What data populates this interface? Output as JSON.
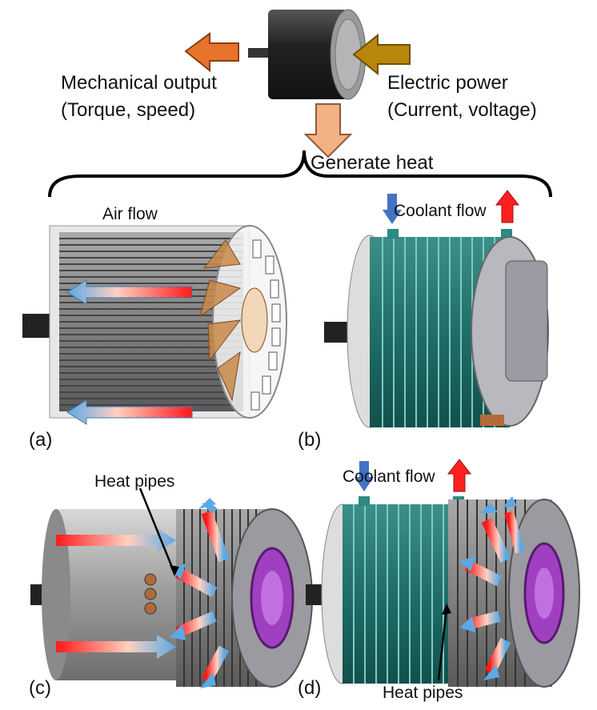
{
  "top": {
    "output_label_1": "Mechanical output",
    "output_label_2": "(Torque, speed)",
    "input_label_1": "Electric power",
    "input_label_2": "(Current, voltage)",
    "heat_label": "Generate heat"
  },
  "panels": {
    "a": {
      "tag": "(a)",
      "caption": "Air flow"
    },
    "b": {
      "tag": "(b)",
      "caption": "Coolant flow"
    },
    "c": {
      "tag": "(c)",
      "caption": "Heat pipes"
    },
    "d": {
      "tag": "(d)",
      "caption": "Coolant flow",
      "sub_caption": "Heat pipes"
    }
  },
  "colors": {
    "output_arrow": "#e8732a",
    "input_arrow": "#b8860b",
    "heat_arrow": "#f4b183",
    "coolant": "#1f6e68",
    "fan": "#c98a4a",
    "hot": "#ff2020",
    "cool": "#5aa9e6",
    "purple": "#a040c0"
  }
}
